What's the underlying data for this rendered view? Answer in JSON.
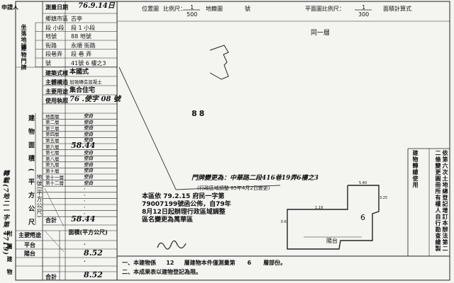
{
  "header": {
    "applicant_label": "申請人",
    "survey_date_label": "測量日期",
    "survey_date": "76.9.14日",
    "location_map_label": "位置圖",
    "location_scale_label": "比例尺：",
    "location_scale": "1\n500",
    "land_number_label": "地籍圖",
    "no_label": "號",
    "plan_scale_label": "平面圖比例尺：",
    "plan_scale": "1\n300",
    "area_calc_label": "面積計算式"
  },
  "left_table": {
    "rows": [
      {
        "label": "鄉鎮市區",
        "value": "古亭"
      },
      {
        "label": "段 小段",
        "value": "段 1 小段"
      },
      {
        "label": "地號",
        "value": "88 地號"
      },
      {
        "label": "街路",
        "value": "永順 街路"
      },
      {
        "label": "段巷弄",
        "value": "段 巷 弄"
      },
      {
        "label": "號",
        "value": "41號 6 樓之3"
      }
    ],
    "building_label": "建物門牌",
    "floor_group_label": "坐落地號",
    "type_label": "建築式樣",
    "type_value": "本國式",
    "structure_label": "主體構造",
    "structure_value": "加強磚造混凝土",
    "use_label": "主要用途",
    "use_value": "集合住宅",
    "permit_label": "使用執照",
    "permit_value": "76 .使字 08 號"
  },
  "floors": {
    "label": "建物面積(平方公尺)",
    "rows": [
      {
        "name": "地面層",
        "value": "空白"
      },
      {
        "name": "第二層",
        "value": "空白"
      },
      {
        "name": "第三層",
        "value": "空白"
      },
      {
        "name": "第四層",
        "value": "空白"
      },
      {
        "name": "第五層",
        "value": "空白"
      },
      {
        "name": "第六層",
        "value": "58.44"
      },
      {
        "name": "第七層",
        "value": "空白"
      },
      {
        "name": "第八層",
        "value": "空白"
      },
      {
        "name": "第九層",
        "value": "空白"
      },
      {
        "name": "第十層",
        "value": "空白"
      },
      {
        "name": "第十一層",
        "value": "空白"
      },
      {
        "name": "第十二層",
        "value": "空白"
      },
      {
        "name": "",
        "value": "·"
      },
      {
        "name": "",
        "value": "·"
      },
      {
        "name": "",
        "value": "·"
      },
      {
        "name": "",
        "value": "·"
      },
      {
        "name": "",
        "value": "·"
      }
    ],
    "total_label": "合計",
    "total_value": "58.44"
  },
  "accessory": {
    "label": "附屬建物",
    "col1": "主要用途",
    "col2": "面積(平方公尺)",
    "rows": [
      {
        "use": "平台",
        "area": "·"
      },
      {
        "use": "陽台",
        "area": "8.52"
      },
      {
        "use": "",
        "area": "·"
      }
    ],
    "total_label": "合計",
    "total_value": "8.52"
  },
  "side_note": {
    "text": "轉載(7地二一字第 4719)",
    "side_label": "地號(平方公尺)"
  },
  "map": {
    "lot_number": "88",
    "address_note": "門牌變更為：中華路二段416巷19弄6樓之3",
    "address_sub": "(行政區域調整 85年4月2日變更)",
    "stamp_lines": [
      "本區依 79.2.15 府民一字第",
      "79007199號函公佈，自79年",
      "8月12日起辦理行政區域調整",
      "區名變更為萬華區"
    ],
    "signature": "per1",
    "plan_label": "同一層",
    "unit_number": "6",
    "balcony_label": "陽台",
    "dims": [
      "5.40",
      "3.25",
      "1.19",
      "0.6"
    ]
  },
  "right_panel": {
    "text": "依第六次土地總登記增訂本辦法第二二條變更圖冊所有權人自行勘查繪製",
    "col2": "建物轉繪使用"
  },
  "footer": {
    "line1_prefix": "一、本建物係",
    "line1_floors": "12",
    "line1_mid": "層建物本件僅測量第",
    "line1_floor": "6",
    "line1_suffix": "層部份。",
    "line2": "二、本成果表以建物登記為限。"
  }
}
